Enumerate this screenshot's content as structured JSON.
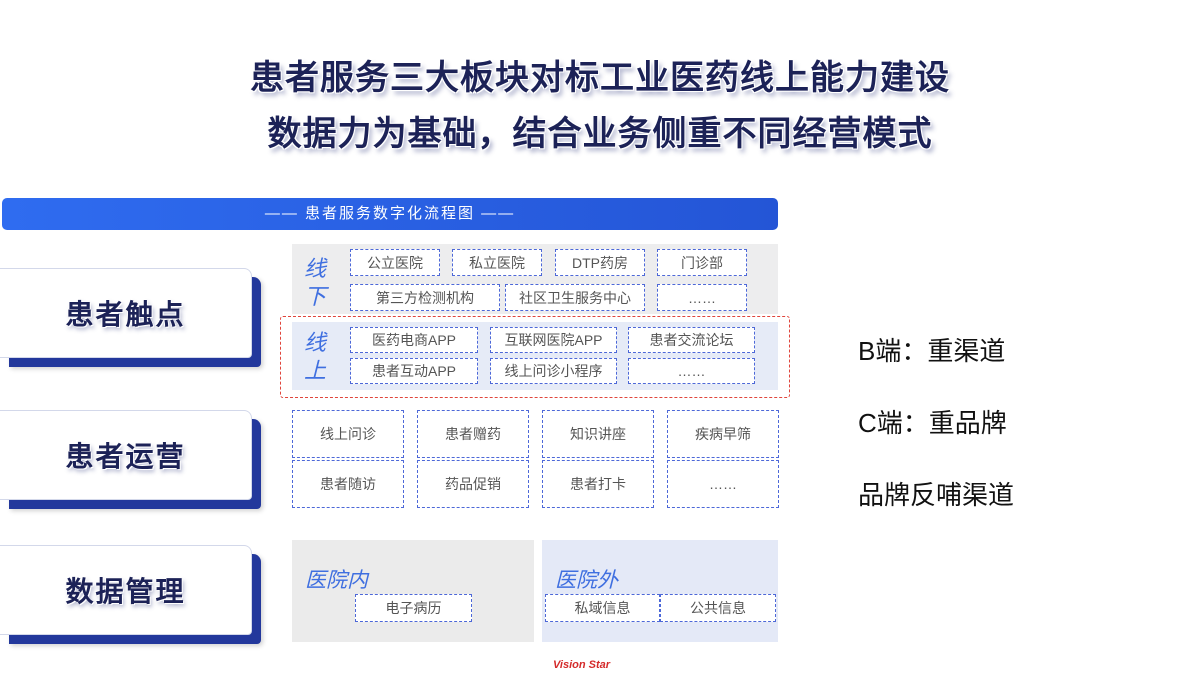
{
  "title": {
    "line1": "患者服务三大板块对标工业医药线上能力建设",
    "line2": "数据力为基础，结合业务侧重不同经营模式"
  },
  "banner": {
    "text": "—— 患者服务数字化流程图 ——"
  },
  "sections": {
    "touchpoints": "患者触点",
    "operations": "患者运营",
    "data_management": "数据管理"
  },
  "touchpoints": {
    "offline": {
      "label": "线下",
      "items": [
        "公立医院",
        "私立医院",
        "DTP药房",
        "门诊部",
        "第三方检测机构",
        "社区卫生服务中心",
        "……"
      ]
    },
    "online": {
      "label": "线上",
      "items": [
        "医药电商APP",
        "互联网医院APP",
        "患者交流论坛",
        "患者互动APP",
        "线上问诊小程序",
        "……"
      ]
    }
  },
  "operations": {
    "items": [
      "线上问诊",
      "患者赠药",
      "知识讲座",
      "疾病早筛",
      "患者随访",
      "药品促销",
      "患者打卡",
      "……"
    ]
  },
  "data_management": {
    "inside": {
      "label": "医院内",
      "items": [
        "电子病历"
      ]
    },
    "outside": {
      "label": "医院外",
      "items": [
        "私域信息",
        "公共信息"
      ]
    }
  },
  "notes": [
    "B端：重渠道",
    "C端：重品牌",
    "品牌反哺渠道"
  ],
  "logo": {
    "text": "Vision Star"
  },
  "colors": {
    "title_navy": "#1c2257",
    "banner_blue": "#2b61e0",
    "accent_blue": "#3f6fe0",
    "card_edge": "#23389c",
    "online_frame_red": "#e0453c",
    "logo_red": "#d42a2a"
  }
}
